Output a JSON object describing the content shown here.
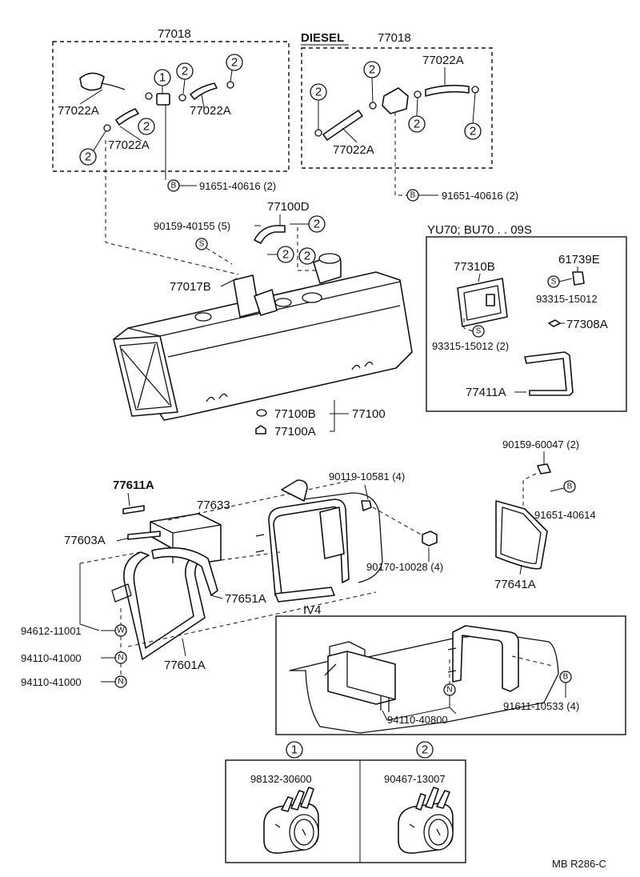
{
  "parts": {
    "p77018_left": "77018",
    "p77018_right": "77018",
    "diesel": "DIESEL",
    "p77022a_1": "77022A",
    "p77022a_2": "77022A",
    "p77022a_3": "77022A",
    "p77022a_4": "77022A",
    "p77022a_5": "77022A",
    "p91651_40616_a": "91651-40616 (2)",
    "p91651_40616_b": "91651-40616 (2)",
    "p77100d": "77100D",
    "p90159_40155": "90159-40155 (5)",
    "p77017b": "77017B",
    "p77100b": "77100B",
    "p77100": "77100",
    "p77100a": "77100A",
    "yu70_title": "YU70; BU70 . . 09S",
    "p77310b": "77310B",
    "p61739e": "61739E",
    "p93315_15012_a": "93315-15012",
    "p77308a": "77308A",
    "p93315_15012_b": "93315-15012 (2)",
    "p77411a": "77411A",
    "p77611a": "77611A",
    "p77633": "77633",
    "p90119_10581": "90119-10581 (4)",
    "p90159_60047": "90159-60047 (2)",
    "p91651_40614": "91651-40614",
    "p77603a": "77603A",
    "p90170_10028": "90170-10028 (4)",
    "p77641a": "77641A",
    "p77651a": "77651A",
    "iv4": "IV4",
    "p94612_11001": "94612-11001",
    "p94110_41000_a": "94110-41000",
    "p94110_41000_b": "94110-41000",
    "p77601a": "77601A",
    "p91611_10533": "91611-10533 (4)",
    "p94110_40800": "94110-40800",
    "p98132_30600": "98132-30600",
    "p90467_13007": "90467-13007",
    "doc_code": "MB R286-C"
  },
  "callouts": {
    "one": "1",
    "two": "2",
    "B": "B",
    "S": "S",
    "W": "W",
    "N": "N"
  },
  "legend": {
    "key1": "1",
    "key2": "2"
  }
}
